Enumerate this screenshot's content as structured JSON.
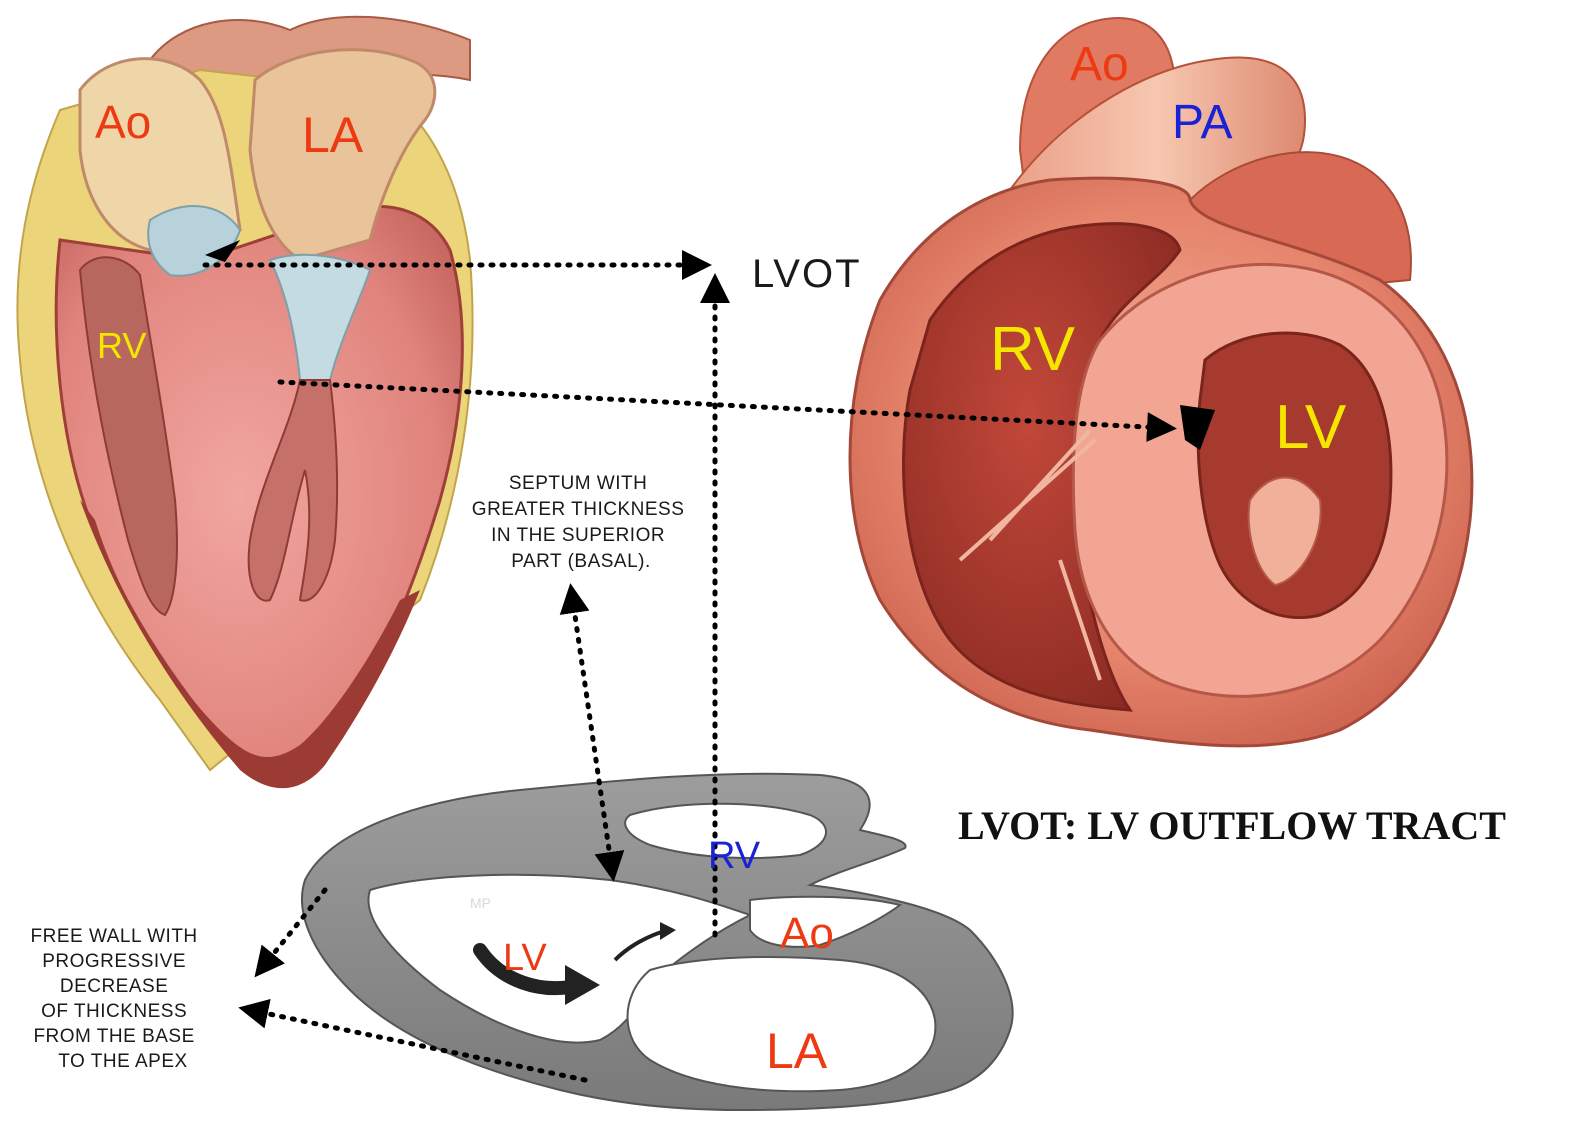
{
  "heart_left": {
    "ao": "Ao",
    "la": "LA",
    "rv": "RV"
  },
  "heart_right": {
    "ao": "Ao",
    "pa": "PA",
    "rv": "RV",
    "lv": "LV"
  },
  "echo_section": {
    "rv": "RV",
    "ao": "Ao",
    "lv": "LV",
    "la": "LA",
    "mp": "MP"
  },
  "lvot_label": "LVOT",
  "septum_note": [
    "SEPTUM WITH",
    "GREATER THICKNESS",
    "IN THE SUPERIOR",
    "PART (BASAL)."
  ],
  "free_wall_note": [
    "FREE WALL WITH",
    "PROGRESSIVE",
    "DECREASE",
    "OF THICKNESS",
    "FROM THE BASE",
    "TO THE APEX"
  ],
  "title": "LVOT: LV OUTFLOW TRACT",
  "colors": {
    "red_label": "#ee3a12",
    "blue_label": "#1a22d6",
    "yellow_label": "#f5e600",
    "myocardium": "#e88a86",
    "myocardium_dark": "#b4524c",
    "fat": "#ecd47a",
    "echo_gray": "#8e8e8e"
  }
}
